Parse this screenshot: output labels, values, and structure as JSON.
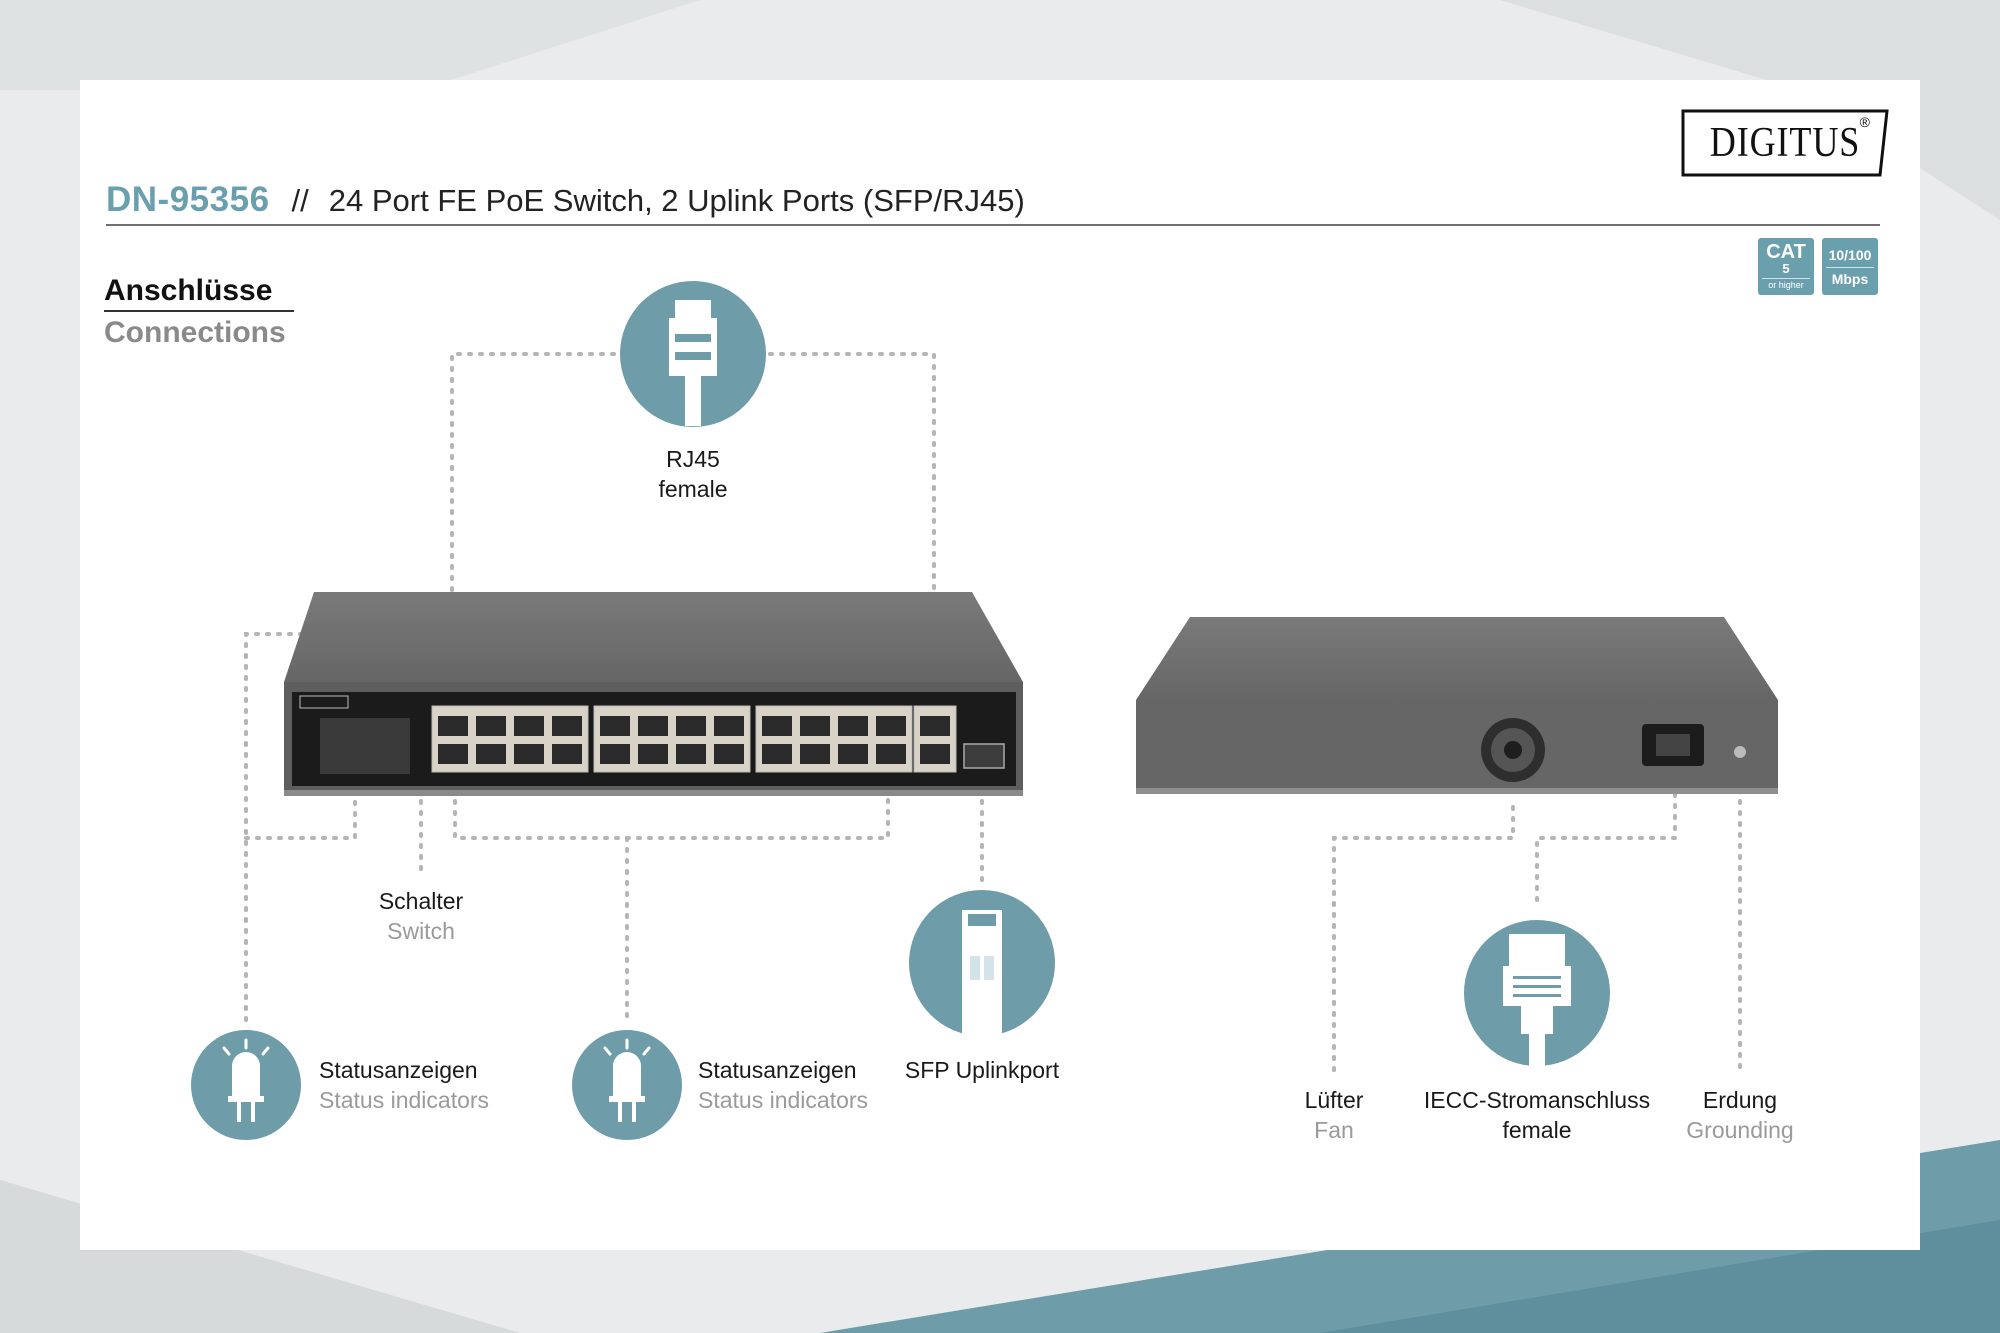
{
  "brand": {
    "logo_text": "DIGITUS",
    "logo_mark": "®",
    "accent_color": "#6a9fae"
  },
  "header": {
    "model": "DN-95356",
    "separator": "//",
    "title": "24 Port FE PoE Switch, 2 Uplink Ports (SFP/RJ45)"
  },
  "badges": {
    "cat": {
      "line1": "CAT",
      "line2": "5",
      "line3": "or higher"
    },
    "speed": {
      "line1": "10/100",
      "line2": "Mbps"
    }
  },
  "section": {
    "title_de": "Anschlüsse",
    "title_en": "Connections"
  },
  "callouts": {
    "rj45": {
      "line1": "RJ45",
      "line2": "female",
      "icon": "rj45-plug-icon"
    },
    "switch": {
      "line1": "Schalter",
      "line2": "Switch"
    },
    "status_left": {
      "line1": "Statusanzeigen",
      "line2": "Status indicators",
      "icon": "led-icon"
    },
    "status_right": {
      "line1": "Statusanzeigen",
      "line2": "Status indicators",
      "icon": "led-icon"
    },
    "sfp": {
      "line1": "SFP Uplinkport",
      "icon": "sfp-module-icon"
    },
    "fan": {
      "line1": "Lüfter",
      "line2": "Fan"
    },
    "power": {
      "line1": "IECC-Stromanschluss",
      "line2": "female",
      "icon": "power-plug-icon"
    },
    "ground": {
      "line1": "Erdung",
      "line2": "Grounding"
    }
  }
}
